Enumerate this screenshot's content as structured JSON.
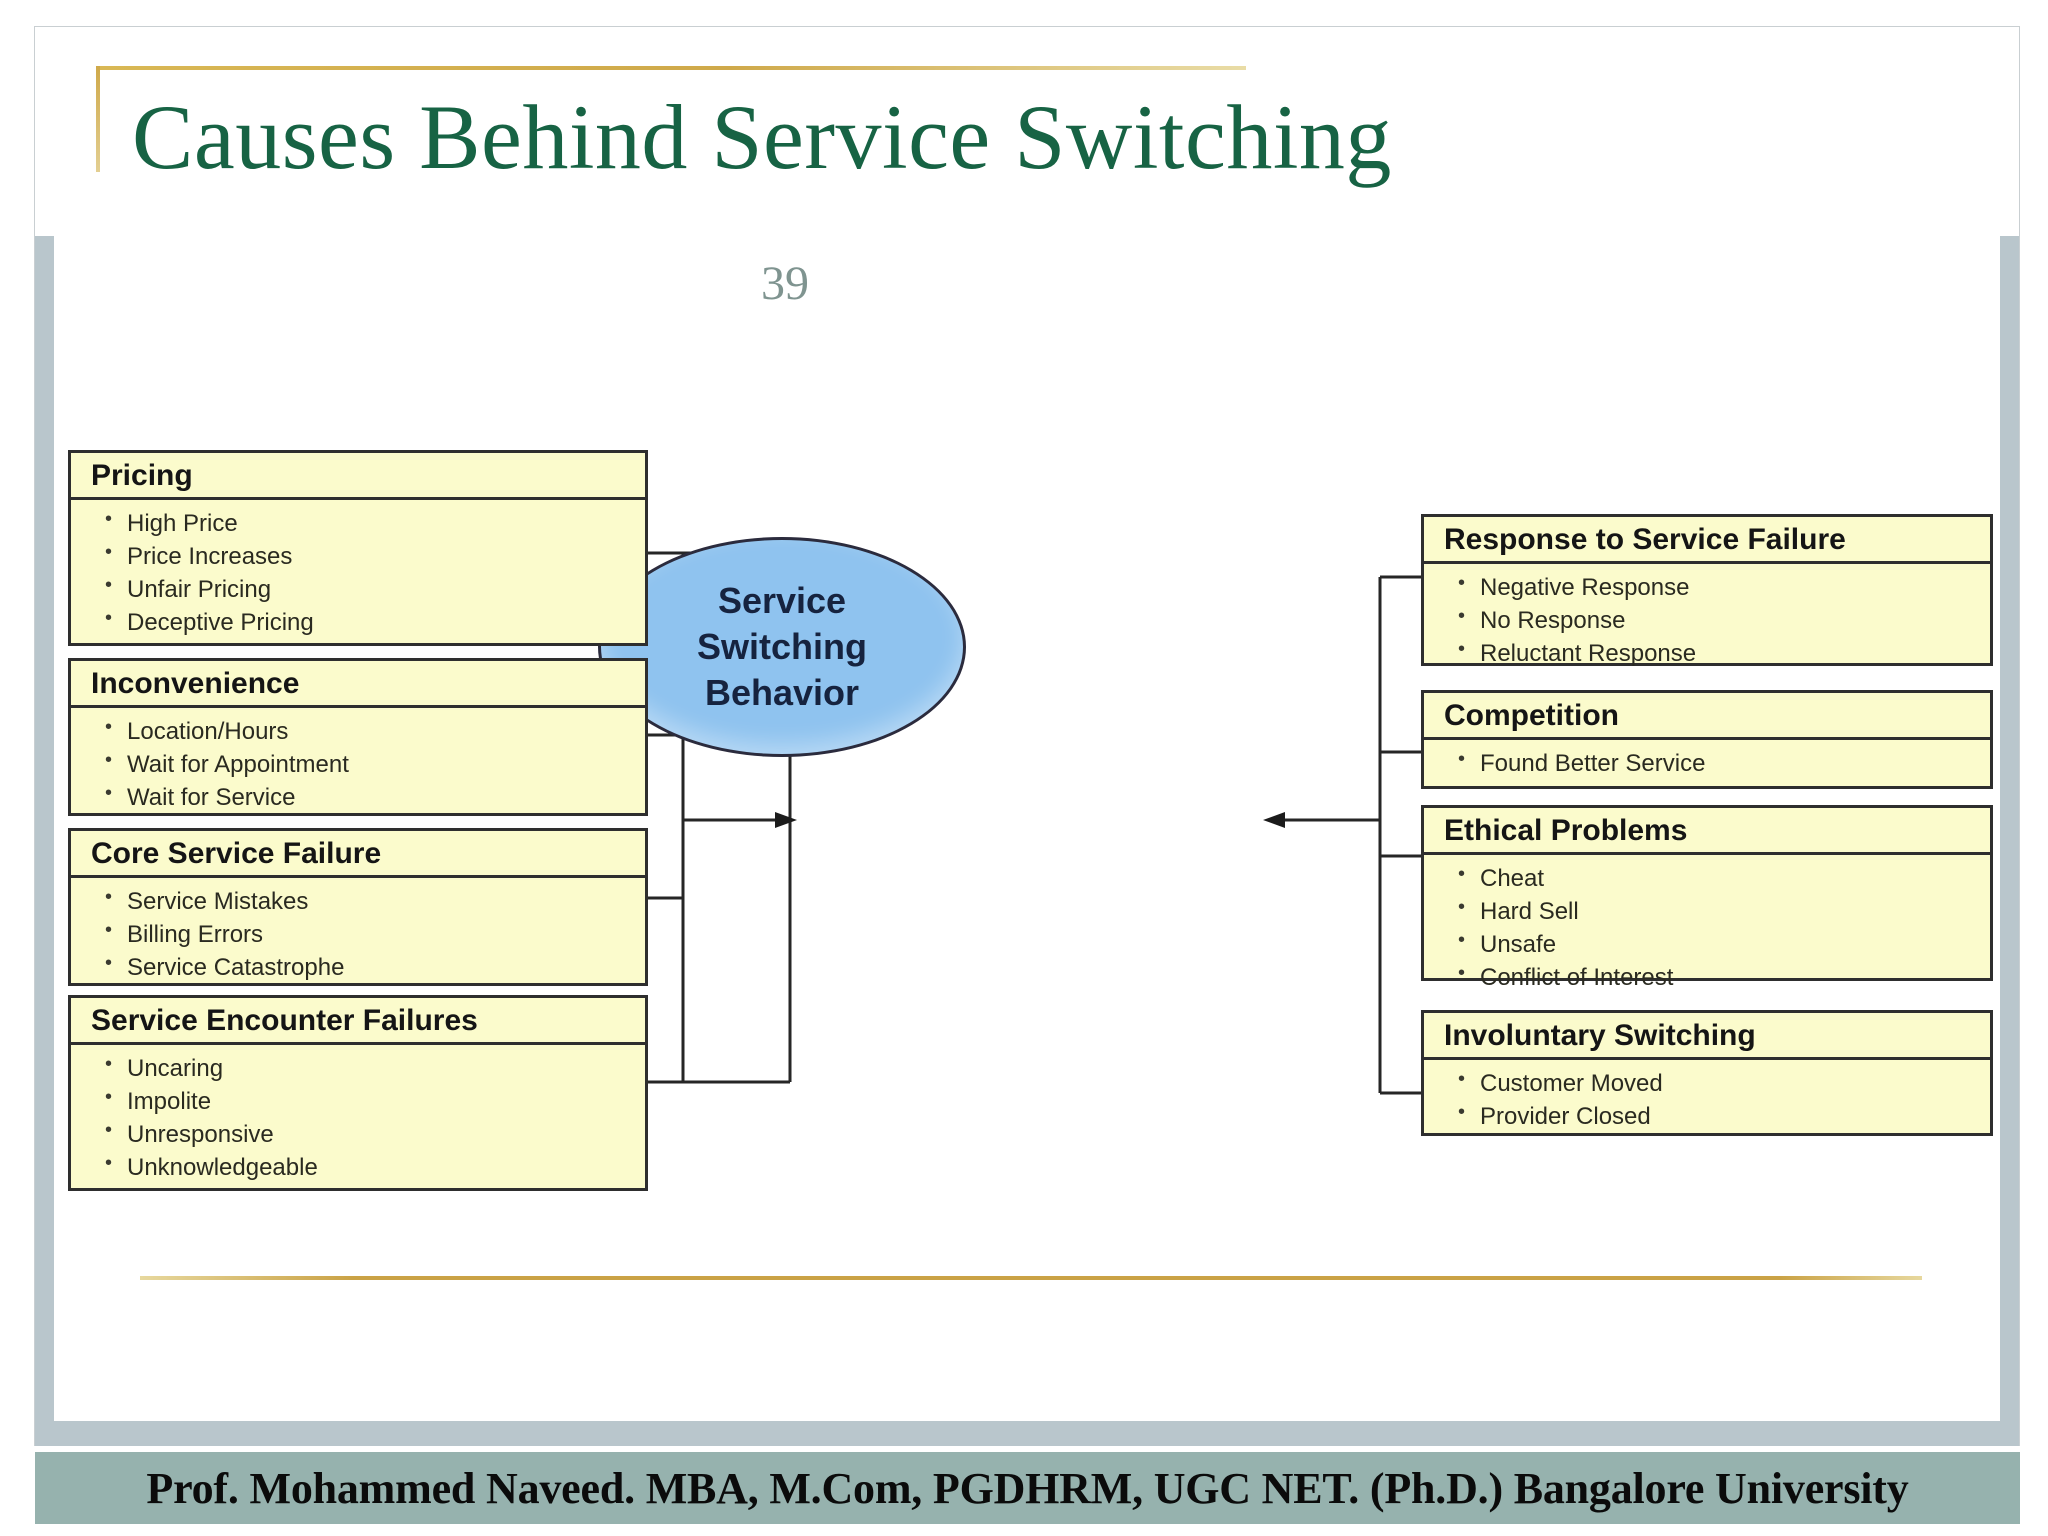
{
  "slide": {
    "title": "Causes Behind Service Switching",
    "number": "39",
    "footer": "Prof. Mohammed Naveed. MBA, M.Com, PGDHRM, UGC NET. (Ph.D.) Bangalore University",
    "colors": {
      "title_green": "#176344",
      "gold_rule": "#caa245",
      "footer_band": "#96b2ae",
      "frame_band": "#b9c6cc",
      "box_fill": "#fbfbcc",
      "box_border": "#2e2e2e",
      "ellipse_fill": "#8fc3ef",
      "ellipse_text": "#16233f",
      "page_number": "#7f9490"
    }
  },
  "diagram": {
    "center": {
      "label": "Service\nSwitching\nBehavior"
    },
    "left_categories": [
      {
        "heading": "Pricing",
        "items": [
          "High Price",
          "Price Increases",
          "Unfair Pricing",
          "Deceptive Pricing"
        ]
      },
      {
        "heading": "Inconvenience",
        "items": [
          "Location/Hours",
          "Wait for Appointment",
          "Wait for Service"
        ]
      },
      {
        "heading": "Core Service Failure",
        "items": [
          "Service Mistakes",
          "Billing Errors",
          "Service Catastrophe"
        ]
      },
      {
        "heading": "Service Encounter Failures",
        "items": [
          "Uncaring",
          "Impolite",
          "Unresponsive",
          "Unknowledgeable"
        ]
      }
    ],
    "right_categories": [
      {
        "heading": "Response to Service Failure",
        "items": [
          "Negative Response",
          "No Response",
          "Reluctant Response"
        ]
      },
      {
        "heading": "Competition",
        "items": [
          "Found Better Service"
        ]
      },
      {
        "heading": "Ethical Problems",
        "items": [
          "Cheat",
          "Hard Sell",
          "Unsafe",
          "Conflict of Interest"
        ]
      },
      {
        "heading": "Involuntary Switching",
        "items": [
          "Customer Moved",
          "Provider Closed"
        ]
      }
    ]
  }
}
